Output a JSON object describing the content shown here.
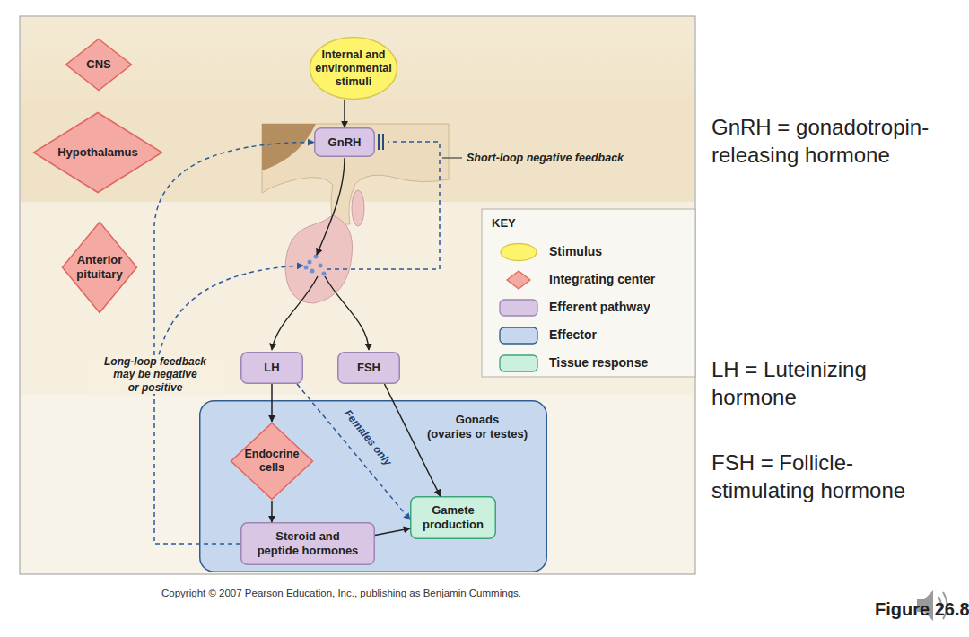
{
  "diagram": {
    "caption": "Figure 26.8",
    "nodes": [
      {
        "text": [
          "CNS"
        ]
      },
      {
        "text": [
          "Internal and environmental stimuli"
        ]
      },
      {
        "text": [
          "Hypothalamus"
        ]
      },
      {
        "text": [
          "GnRH"
        ]
      },
      {
        "text": [
          "Anterior pituitary"
        ]
      },
      {
        "text": [
          "LH"
        ]
      },
      {
        "text": [
          "FSH"
        ]
      },
      {
        "text": [
          "Gonads (ovaries or testes)"
        ]
      },
      {
        "text": [
          "Endocrine cells"
        ],
        "in": 7
      },
      {
        "text": [
          "Steroid and peptide hormones"
        ],
        "in": 7
      },
      {
        "text": [
          "Gamete production"
        ],
        "in": 7
      }
    ],
    "edges": [
      {
        "from": 1,
        "to": 3,
        "arrow": "to"
      },
      {
        "from": 5,
        "to": 8,
        "arrow": "to"
      },
      {
        "from": 5,
        "to": 10,
        "arrow": "to",
        "label": "Females only"
      },
      {
        "from": 6,
        "to": 10,
        "arrow": "to"
      },
      {
        "from": 8,
        "to": 9,
        "arrow": "to"
      },
      {
        "from": 9,
        "to": 10,
        "arrow": "to"
      },
      {
        "from": 9,
        "to": 3,
        "arrow": "to",
        "label": "Long-loop feedback may be negative or positive"
      }
    ],
    "labels": [
      "Short-loop negative feedback",
      "KEY",
      "GnRH = gonadotropin-releasing hormone",
      "LH = Luteinizing hormone",
      "FSH = Follicle-stimulating hormone",
      "Copyright © 2007 Pearson Education, Inc., publishing as Benjamin Cummings."
    ],
    "legend": [
      {
        "text": "Stimulus",
        "color": "#fdf46c"
      },
      {
        "text": "Integrating center",
        "color": "#f4a9a3"
      },
      {
        "text": "Efferent pathway",
        "color": "#d9c6e4"
      },
      {
        "text": "Effector",
        "color": "#c7d8ee"
      },
      {
        "text": "Tissue response",
        "color": "#cbf0de"
      }
    ]
  }
}
